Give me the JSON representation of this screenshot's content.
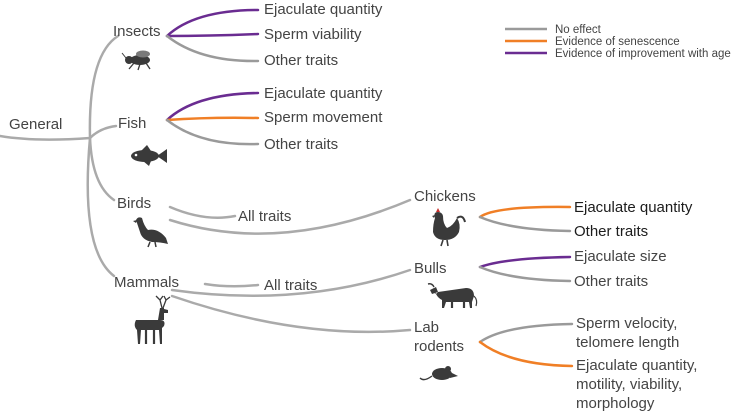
{
  "colors": {
    "no_effect": "#9a9a9a",
    "senescence": "#f07f26",
    "improvement": "#6a2c91",
    "tree": "#aaaaaa",
    "text": "#444444"
  },
  "legend": [
    {
      "label": "No effect",
      "color": "#9a9a9a"
    },
    {
      "label": "Evidence of senescence",
      "color": "#f07f26"
    },
    {
      "label": "Evidence of improvement with age",
      "color": "#6a2c91"
    }
  ],
  "root": "General",
  "groups": {
    "insects": {
      "label": "Insects",
      "icon": "insect-icon",
      "traits": [
        {
          "label": "Ejaculate quantity",
          "effect": "improvement"
        },
        {
          "label": "Sperm viability",
          "effect": "improvement"
        },
        {
          "label": "Other traits",
          "effect": "no_effect"
        }
      ]
    },
    "fish": {
      "label": "Fish",
      "icon": "fish-icon",
      "traits": [
        {
          "label": "Ejaculate quantity",
          "effect": "improvement"
        },
        {
          "label": "Sperm movement",
          "effect": "senescence"
        },
        {
          "label": "Other traits",
          "effect": "no_effect"
        }
      ]
    },
    "birds": {
      "label": "Birds",
      "icon": "bird-icon",
      "all_traits": "All traits",
      "chickens": {
        "label": "Chickens",
        "icon": "chicken-icon",
        "traits": [
          {
            "label": "Ejaculate quantity",
            "effect": "senescence"
          },
          {
            "label": "Other traits",
            "effect": "no_effect"
          }
        ]
      }
    },
    "mammals": {
      "label": "Mammals",
      "icon": "deer-icon",
      "all_traits": "All traits",
      "bulls": {
        "label": "Bulls",
        "icon": "bull-icon",
        "traits": [
          {
            "label": "Ejaculate size",
            "effect": "improvement"
          },
          {
            "label": "Other traits",
            "effect": "no_effect"
          }
        ]
      },
      "rodents": {
        "label_line1": "Lab",
        "label_line2": "rodents",
        "icon": "mouse-icon",
        "traits": [
          {
            "line1": "Sperm velocity,",
            "line2": "telomere length",
            "effect": "no_effect"
          },
          {
            "line1": "Ejaculate quantity,",
            "line2": "motility, viability,",
            "line3": "morphology",
            "effect": "senescence"
          }
        ]
      }
    }
  }
}
